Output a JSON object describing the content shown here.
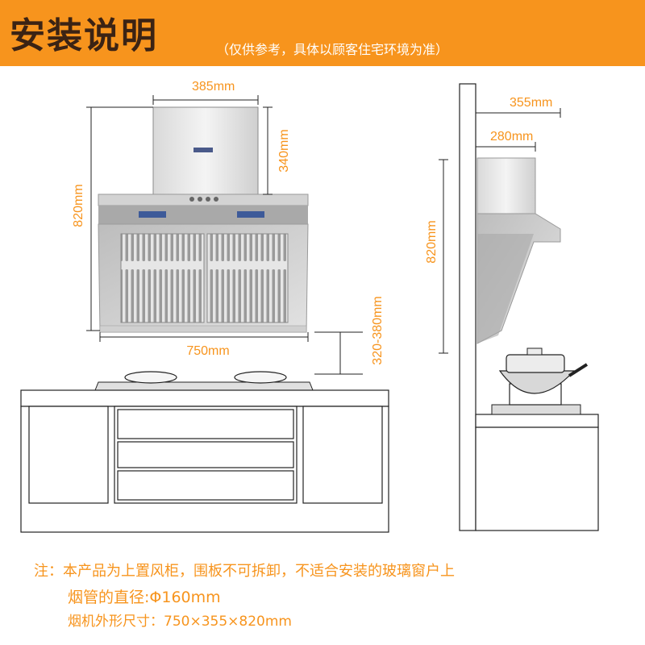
{
  "header": {
    "title": "安装说明",
    "subtitle": "（仅供参考，具体以顾客住宅环境为准）"
  },
  "front_view": {
    "dim_top_width": "385mm",
    "dim_height_total": "820mm",
    "dim_top_height": "340mm",
    "dim_width": "750mm",
    "dim_install_height": "320-380mm"
  },
  "side_view": {
    "dim_depth_total": "355mm",
    "dim_depth_top": "280mm",
    "dim_height": "820mm"
  },
  "notes": {
    "line1": "注：本产品为上置风柜，围板不可拆卸，不适合安装的玻璃窗户上",
    "line2": "烟管的直径:Φ160mm",
    "line3": "烟机外形尺寸：750×355×820mm"
  },
  "colors": {
    "accent": "#f7941d",
    "title_text": "#3b2314",
    "steel": "#c8c8c8",
    "cabinet_stroke": "#222222"
  }
}
